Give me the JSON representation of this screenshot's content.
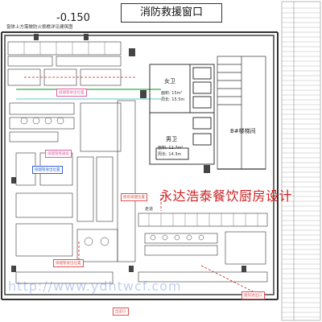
{
  "header": {
    "elevation": "-0.150",
    "note": "窗体上方需做防火挑檐详见建筑图",
    "fire_window": "消防救援窗口"
  },
  "rooms": {
    "female_wc": "女卫",
    "female_area": "面积: 15m²",
    "female_perimeter": "周长: 15.5m",
    "male_wc": "男卫",
    "male_area": "面积: 12.7m²",
    "male_perimeter": "周长: 14.3m",
    "stair": "B#楼梯间",
    "walkway": "走道"
  },
  "annotations": {
    "a1": "排烟管进出位置",
    "a2": "排烟管接通处",
    "a3": "排烟管进出位置",
    "a4": "排烟管进出位置",
    "a5": "厨房排烟位置",
    "a6": "出菜口",
    "a7": "厨房进出口"
  },
  "watermarks": {
    "company": "永达浩泰餐饮厨房设计",
    "url": "http://www.ydhtwcf.com"
  },
  "colors": {
    "line": "#333333",
    "red": "#cc1f1f",
    "pink": "#e060a0",
    "blue": "#3060e0",
    "green": "#2fae4a",
    "cyan": "#20b8c8"
  }
}
